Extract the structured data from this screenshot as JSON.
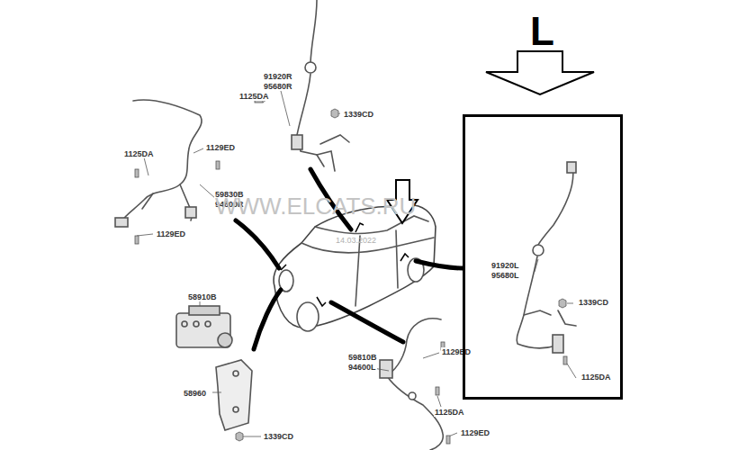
{
  "diagram": {
    "nodes": [
      {
        "text": [
          "L",
          "91920L",
          "95680L",
          "1339CD",
          "1125DA"
        ]
      }
    ],
    "labels": [
      "91920R",
      "95680R",
      "1125DA",
      "1339CD",
      "1125DA",
      "1129ED",
      "59830B",
      "94600R",
      "1129ED",
      "58910B",
      "58960",
      "1339CD",
      "59810B",
      "94600L",
      "1129ED",
      "1125DA",
      "1129ED",
      "WWW.ELCATS.RU",
      "14.03.2022"
    ]
  }
}
